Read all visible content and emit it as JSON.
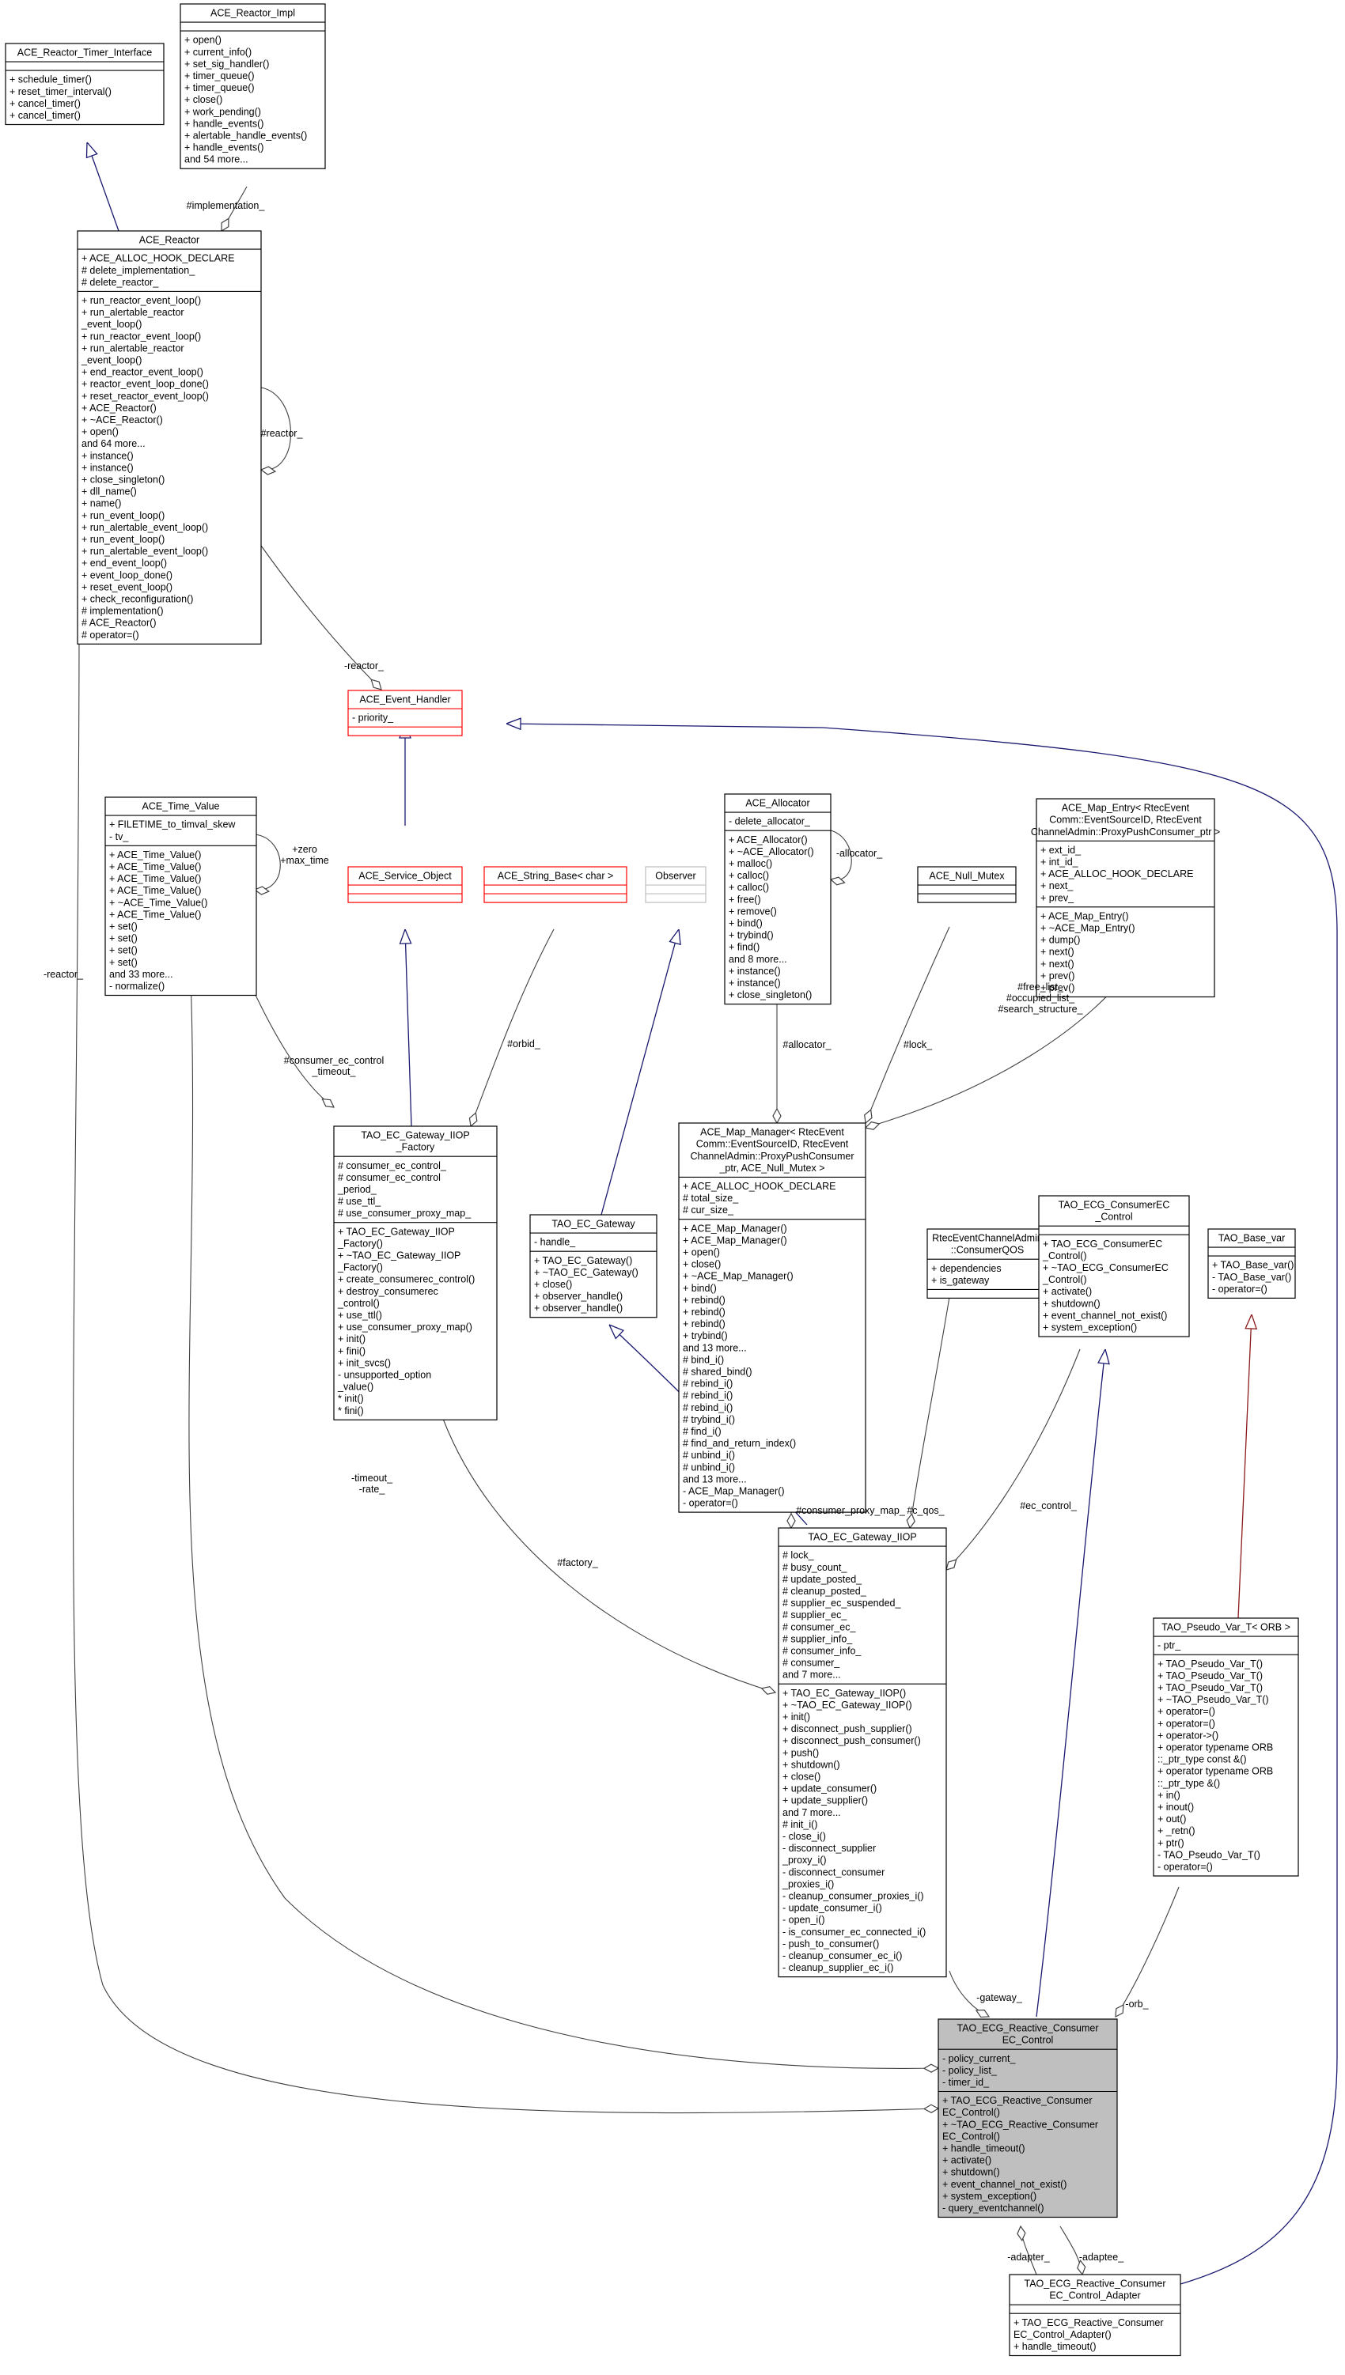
{
  "colors": {
    "box_border": "#000000",
    "incomplete_border": "#ff0000",
    "hidden_border": "#bfbfbf",
    "focus_fill": "#bfbfbf",
    "inherit_arrow": "#191970",
    "template_arrow": "#8b1a1a",
    "usage_edge": "#404040"
  },
  "classes": [
    {
      "id": "ace_reactor_timer_interface",
      "title": [
        "ACE_Reactor_Timer_Interface"
      ],
      "style": "normal",
      "sections": [
        [],
        [
          "+ schedule_timer()",
          "+ reset_timer_interval()",
          "+ cancel_timer()",
          "+ cancel_timer()"
        ]
      ]
    },
    {
      "id": "ace_reactor_impl",
      "title": [
        "ACE_Reactor_Impl"
      ],
      "style": "normal",
      "sections": [
        [],
        [
          "+ open()",
          "+ current_info()",
          "+ set_sig_handler()",
          "+ timer_queue()",
          "+ timer_queue()",
          "+ close()",
          "+ work_pending()",
          "+ handle_events()",
          "+ alertable_handle_events()",
          "+ handle_events()",
          "and 54 more..."
        ]
      ]
    },
    {
      "id": "ace_reactor",
      "title": [
        "ACE_Reactor"
      ],
      "style": "normal",
      "sections": [
        [
          "+ ACE_ALLOC_HOOK_DECLARE",
          "# delete_implementation_",
          "# delete_reactor_"
        ],
        [
          "+ run_reactor_event_loop()",
          "+ run_alertable_reactor",
          "_event_loop()",
          "+ run_reactor_event_loop()",
          "+ run_alertable_reactor",
          "_event_loop()",
          "+ end_reactor_event_loop()",
          "+ reactor_event_loop_done()",
          "+ reset_reactor_event_loop()",
          "+ ACE_Reactor()",
          "+ ~ACE_Reactor()",
          "+ open()",
          "and 64 more...",
          "+ instance()",
          "+ instance()",
          "+ close_singleton()",
          "+ dll_name()",
          "+ name()",
          "+ run_event_loop()",
          "+ run_alertable_event_loop()",
          "+ run_event_loop()",
          "+ run_alertable_event_loop()",
          "+ end_event_loop()",
          "+ event_loop_done()",
          "+ reset_event_loop()",
          "+ check_reconfiguration()",
          "# implementation()",
          "# ACE_Reactor()",
          "# operator=()"
        ]
      ]
    },
    {
      "id": "ace_event_handler",
      "title": [
        "ACE_Event_Handler"
      ],
      "style": "incomplete",
      "sections": [
        [
          "- priority_"
        ],
        []
      ]
    },
    {
      "id": "ace_time_value",
      "title": [
        "ACE_Time_Value"
      ],
      "style": "normal",
      "sections": [
        [
          "+ FILETIME_to_timval_skew",
          "- tv_"
        ],
        [
          "+ ACE_Time_Value()",
          "+ ACE_Time_Value()",
          "+ ACE_Time_Value()",
          "+ ACE_Time_Value()",
          "+ ~ACE_Time_Value()",
          "+ ACE_Time_Value()",
          "+ set()",
          "+ set()",
          "+ set()",
          "+ set()",
          "and 33 more...",
          "- normalize()"
        ]
      ]
    },
    {
      "id": "ace_service_object",
      "title": [
        "ACE_Service_Object"
      ],
      "style": "incomplete",
      "sections": [
        [],
        []
      ]
    },
    {
      "id": "ace_string_base",
      "title": [
        "ACE_String_Base< char >"
      ],
      "style": "incomplete",
      "sections": [
        [],
        []
      ]
    },
    {
      "id": "observer",
      "title": [
        "Observer"
      ],
      "style": "hidden",
      "sections": [
        [],
        []
      ]
    },
    {
      "id": "ace_allocator",
      "title": [
        "ACE_Allocator"
      ],
      "style": "normal",
      "sections": [
        [
          "- delete_allocator_"
        ],
        [
          "+ ACE_Allocator()",
          "+ ~ACE_Allocator()",
          "+ malloc()",
          "+ calloc()",
          "+ calloc()",
          "+ free()",
          "+ remove()",
          "+ bind()",
          "+ trybind()",
          "+ find()",
          "and 8 more...",
          "+ instance()",
          "+ instance()",
          "+ close_singleton()"
        ]
      ]
    },
    {
      "id": "ace_null_mutex",
      "title": [
        "ACE_Null_Mutex"
      ],
      "style": "normal",
      "sections": [
        [],
        []
      ]
    },
    {
      "id": "ace_map_entry",
      "title": [
        "ACE_Map_Entry< RtecEvent",
        "Comm::EventSourceID, RtecEvent",
        "ChannelAdmin::ProxyPushConsumer_ptr >"
      ],
      "style": "normal",
      "sections": [
        [
          "+ ext_id_",
          "+ int_id_",
          "+ ACE_ALLOC_HOOK_DECLARE",
          "+ next_",
          "+ prev_"
        ],
        [
          "+ ACE_Map_Entry()",
          "+ ~ACE_Map_Entry()",
          "+ dump()",
          "+ next()",
          "+ next()",
          "+ prev()",
          "+ prev()"
        ]
      ]
    },
    {
      "id": "gateway_iiop_factory",
      "title": [
        "TAO_EC_Gateway_IIOP",
        "_Factory"
      ],
      "style": "normal",
      "sections": [
        [
          "# consumer_ec_control_",
          "# consumer_ec_control",
          "_period_",
          "# use_ttl_",
          "# use_consumer_proxy_map_"
        ],
        [
          "+ TAO_EC_Gateway_IIOP",
          "_Factory()",
          "+ ~TAO_EC_Gateway_IIOP",
          "_Factory()",
          "+ create_consumerec_control()",
          "+ destroy_consumerec",
          "_control()",
          "+ use_ttl()",
          "+ use_consumer_proxy_map()",
          "+ init()",
          "+ fini()",
          "+ init_svcs()",
          "- unsupported_option",
          "_value()",
          "* init()",
          "* fini()"
        ]
      ]
    },
    {
      "id": "ace_map_manager",
      "title": [
        "ACE_Map_Manager< RtecEvent",
        "Comm::EventSourceID, RtecEvent",
        "ChannelAdmin::ProxyPushConsumer",
        "_ptr, ACE_Null_Mutex >"
      ],
      "style": "normal",
      "sections": [
        [
          "+ ACE_ALLOC_HOOK_DECLARE",
          "# total_size_",
          "# cur_size_"
        ],
        [
          "+ ACE_Map_Manager()",
          "+ ACE_Map_Manager()",
          "+ open()",
          "+ close()",
          "+ ~ACE_Map_Manager()",
          "+ bind()",
          "+ rebind()",
          "+ rebind()",
          "+ rebind()",
          "+ trybind()",
          "and 13 more...",
          "# bind_i()",
          "# shared_bind()",
          "# rebind_i()",
          "# rebind_i()",
          "# rebind_i()",
          "# trybind_i()",
          "# find_i()",
          "# find_and_return_index()",
          "# unbind_i()",
          "# unbind_i()",
          "and 13 more...",
          "- ACE_Map_Manager()",
          "- operator=()"
        ]
      ]
    },
    {
      "id": "tao_ec_gateway",
      "title": [
        "TAO_EC_Gateway"
      ],
      "style": "normal",
      "sections": [
        [
          "- handle_"
        ],
        [
          "+ TAO_EC_Gateway()",
          "+ ~TAO_EC_Gateway()",
          "+ close()",
          "+ observer_handle()",
          "+ observer_handle()"
        ]
      ]
    },
    {
      "id": "consumer_qos",
      "title": [
        "RtecEventChannelAdmin",
        "::ConsumerQOS"
      ],
      "style": "normal",
      "sections": [
        [
          "+ dependencies",
          "+ is_gateway"
        ],
        []
      ]
    },
    {
      "id": "ecg_consumer_ec_control",
      "title": [
        "TAO_ECG_ConsumerEC",
        "_Control"
      ],
      "style": "normal",
      "sections": [
        [],
        [
          "+ TAO_ECG_ConsumerEC",
          "_Control()",
          "+ ~TAO_ECG_ConsumerEC",
          "_Control()",
          "+ activate()",
          "+ shutdown()",
          "+ event_channel_not_exist()",
          "+ system_exception()"
        ]
      ]
    },
    {
      "id": "tao_base_var",
      "title": [
        "TAO_Base_var"
      ],
      "style": "normal",
      "sections": [
        [],
        [
          "+ TAO_Base_var()",
          "- TAO_Base_var()",
          "- operator=()"
        ]
      ]
    },
    {
      "id": "gateway_iiop",
      "title": [
        "TAO_EC_Gateway_IIOP"
      ],
      "style": "normal",
      "sections": [
        [
          "# lock_",
          "# busy_count_",
          "# update_posted_",
          "# cleanup_posted_",
          "# supplier_ec_suspended_",
          "# supplier_ec_",
          "# consumer_ec_",
          "# supplier_info_",
          "# consumer_info_",
          "# consumer_",
          "and 7 more..."
        ],
        [
          "+ TAO_EC_Gateway_IIOP()",
          "+ ~TAO_EC_Gateway_IIOP()",
          "+ init()",
          "+ disconnect_push_supplier()",
          "+ disconnect_push_consumer()",
          "+ push()",
          "+ shutdown()",
          "+ close()",
          "+ update_consumer()",
          "+ update_supplier()",
          "and 7 more...",
          "# init_i()",
          "- close_i()",
          "- disconnect_supplier",
          "_proxy_i()",
          "- disconnect_consumer",
          "_proxies_i()",
          "- cleanup_consumer_proxies_i()",
          "- update_consumer_i()",
          "- open_i()",
          "- is_consumer_ec_connected_i()",
          "- push_to_consumer()",
          "- cleanup_consumer_ec_i()",
          "- cleanup_supplier_ec_i()"
        ]
      ]
    },
    {
      "id": "pseudo_var",
      "title": [
        "TAO_Pseudo_Var_T< ORB >"
      ],
      "style": "normal",
      "sections": [
        [
          "- ptr_"
        ],
        [
          "+ TAO_Pseudo_Var_T()",
          "+ TAO_Pseudo_Var_T()",
          "+ TAO_Pseudo_Var_T()",
          "+ ~TAO_Pseudo_Var_T()",
          "+ operator=()",
          "+ operator=()",
          "+ operator->()",
          "+ operator typename ORB",
          "::_ptr_type const &()",
          "+ operator typename ORB",
          "::_ptr_type &()",
          "+ in()",
          "+ inout()",
          "+ out()",
          "+ _retn()",
          "+ ptr()",
          "- TAO_Pseudo_Var_T()",
          "- operator=()"
        ]
      ]
    },
    {
      "id": "reactive_consumer_ec_control",
      "title": [
        "TAO_ECG_Reactive_Consumer",
        "EC_Control"
      ],
      "style": "focus",
      "sections": [
        [
          "- policy_current_",
          "- policy_list_",
          "- timer_id_"
        ],
        [
          "+ TAO_ECG_Reactive_Consumer",
          "EC_Control()",
          "+ ~TAO_ECG_Reactive_Consumer",
          "EC_Control()",
          "+ handle_timeout()",
          "+ activate()",
          "+ shutdown()",
          "+ event_channel_not_exist()",
          "+ system_exception()",
          "- query_eventchannel()"
        ]
      ]
    },
    {
      "id": "reactive_adapter",
      "title": [
        "TAO_ECG_Reactive_Consumer",
        "EC_Control_Adapter"
      ],
      "style": "normal",
      "sections": [
        [],
        [
          "+ TAO_ECG_Reactive_Consumer",
          "EC_Control_Adapter()",
          "+ handle_timeout()"
        ]
      ]
    }
  ],
  "edge_labels": [
    {
      "id": "implementation",
      "lines": [
        "#implementation_"
      ]
    },
    {
      "id": "reactor_self",
      "lines": [
        "#reactor_"
      ]
    },
    {
      "id": "reactor_to_handler",
      "lines": [
        "-reactor_"
      ]
    },
    {
      "id": "reactor_long",
      "lines": [
        "-reactor_"
      ]
    },
    {
      "id": "zero_max",
      "lines": [
        "+zero",
        "+max_time"
      ]
    },
    {
      "id": "allocator_self",
      "lines": [
        "-allocator_"
      ]
    },
    {
      "id": "consumer_ec_control_timeout",
      "lines": [
        "#consumer_ec_control",
        "_timeout_"
      ]
    },
    {
      "id": "orbid",
      "lines": [
        "#orbid_"
      ]
    },
    {
      "id": "allocator",
      "lines": [
        "#allocator_"
      ]
    },
    {
      "id": "lock",
      "lines": [
        "#lock_"
      ]
    },
    {
      "id": "free_list",
      "lines": [
        "#free_list_",
        "#occupied_list_",
        "#search_structure_"
      ]
    },
    {
      "id": "timeout_rate",
      "lines": [
        "-timeout_",
        "-rate_"
      ]
    },
    {
      "id": "factory",
      "lines": [
        "#factory_"
      ]
    },
    {
      "id": "consumer_proxy_map",
      "lines": [
        "#consumer_proxy_map_"
      ]
    },
    {
      "id": "c_qos",
      "lines": [
        "#c_qos_"
      ]
    },
    {
      "id": "ec_control",
      "lines": [
        "#ec_control_"
      ]
    },
    {
      "id": "gateway",
      "lines": [
        "-gateway_"
      ]
    },
    {
      "id": "orb",
      "lines": [
        "-orb_"
      ]
    },
    {
      "id": "adapter",
      "lines": [
        "-adapter_"
      ]
    },
    {
      "id": "adaptee",
      "lines": [
        "-adaptee_"
      ]
    }
  ]
}
